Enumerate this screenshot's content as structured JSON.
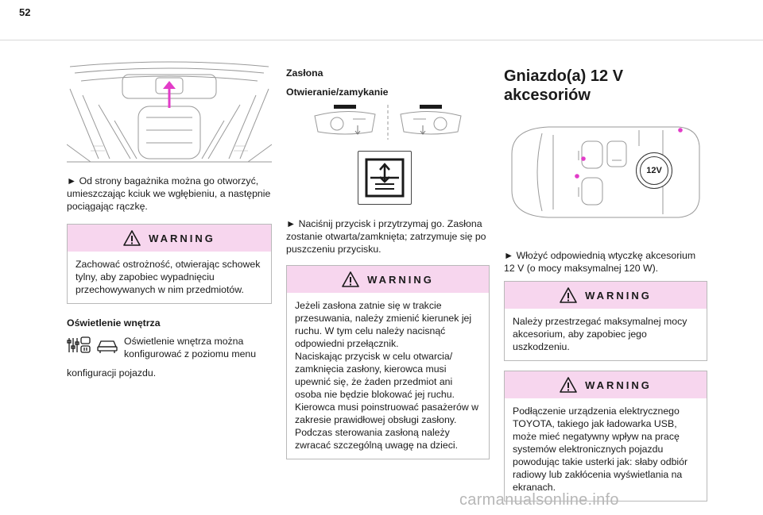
{
  "page": {
    "number": "52"
  },
  "col1": {
    "instruction": "► Od strony bagażnika można go otworzyć, umieszczając kciuk we wgłębieniu, a następnie pociągając rączkę.",
    "warning": {
      "title": "WARNING",
      "text": "Zachować ostrożność, otwierając schowek tylny, aby zapobiec wypadnięciu przechowywanych w nim przedmiotów."
    },
    "lighting_heading": "Oświetlenie wnętrza",
    "lighting_text_a": "Oświetlenie wnętrza można konfigurować z poziomu menu",
    "lighting_text_b": "konfiguracji pojazdu."
  },
  "col2": {
    "heading": "Zasłona",
    "subheading": "Otwieranie/zamykanie",
    "instruction": "► Naciśnij przycisk i przytrzymaj go. Zasłona zostanie otwarta/zamknięta; zatrzymuje się po puszczeniu przycisku.",
    "warning": {
      "title": "WARNING",
      "lines": [
        "Jeżeli zasłona zatnie się w trakcie przesuwania, należy zmienić kierunek jej ruchu. W tym celu należy nacisnąć odpowiedni przełącznik.",
        "Naciskając przycisk w celu otwarcia/ zamknięcia zasłony, kierowca musi upewnić się, że żaden przedmiot ani osoba nie będzie blokować jej ruchu.",
        "Kierowca musi poinstruować pasażerów w zakresie prawidłowej obsługi zasłony.",
        "Podczas sterowania zasłoną należy zwracać szczególną uwagę na dzieci."
      ]
    }
  },
  "col3": {
    "heading": "Gniazdo(a) 12 V akcesoriów",
    "socket_label": "12V",
    "instruction": "► Włożyć odpowiednią wtyczkę akcesorium 12 V (o mocy maksymalnej 120 W).",
    "warning1": {
      "title": "WARNING",
      "text": "Należy przestrzegać maksymalnej mocy akcesorium, aby zapobiec jego uszkodzeniu."
    },
    "warning2": {
      "title": "WARNING",
      "text": "Podłączenie urządzenia elektrycznego TOYOTA, takiego jak ładowarka USB, może mieć negatywny wpływ na pracę systemów elektronicznych pojazdu powodując takie usterki jak: słaby odbiór radiowy lub zakłócenia wyświetlania na ekranach."
    }
  },
  "watermark": "carmanualsonline.info",
  "colors": {
    "warning_band": "#f7d6ee",
    "accent": "#e23cc8"
  },
  "icons": [
    "rear-storage-illustration",
    "warning-triangle-icon",
    "settings-menu-icon",
    "car-settings-icon",
    "blind-switch-illustration",
    "blind-button-icon",
    "vehicle-top-view-illustration",
    "12v-socket-icon"
  ]
}
